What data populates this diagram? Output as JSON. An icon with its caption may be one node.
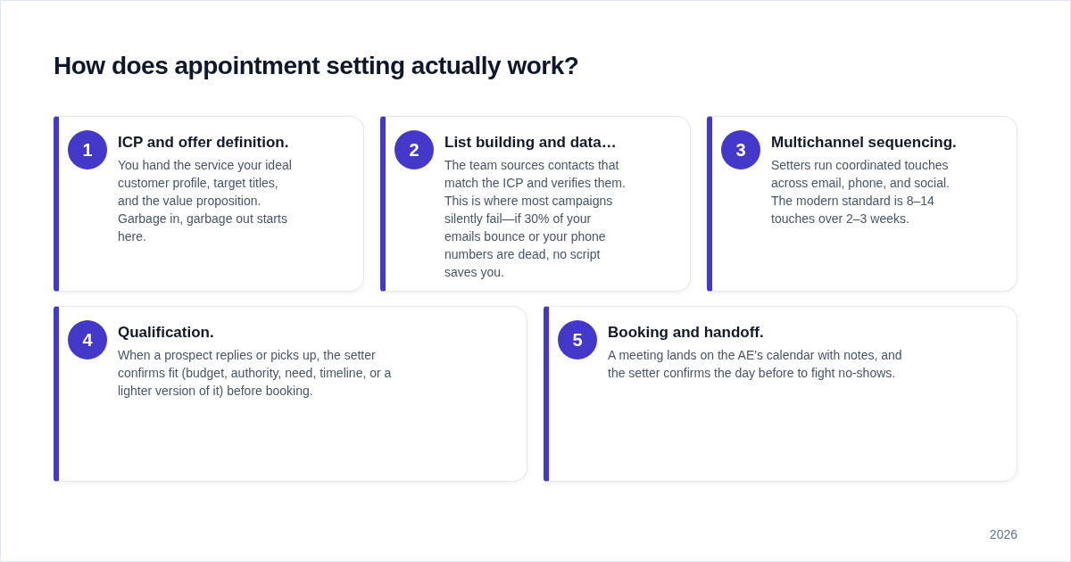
{
  "diagram": {
    "title": "How does appointment setting actually work?",
    "nodes": [
      {
        "text": [
          "ICP and offer definition.",
          "You hand the service your ideal customer profile, target titles, and the value proposition. Garbage in, garbage out starts here."
        ]
      },
      {
        "text": [
          "1"
        ],
        "in": 0
      },
      {
        "text": [
          "List building and data…",
          "The team sources contacts that match the ICP and verifies them. This is where most campaigns silently fail—if 30% of your emails bounce or your phone numbers are dead, no script saves you."
        ]
      },
      {
        "text": [
          "2"
        ],
        "in": 2
      },
      {
        "text": [
          "Multichannel sequencing.",
          "Setters run coordinated touches across email, phone, and social. The modern standard is 8–14 touches over 2–3 weeks."
        ]
      },
      {
        "text": [
          "3"
        ],
        "in": 4
      },
      {
        "text": [
          "Qualification.",
          "When a prospect replies or picks up, the setter confirms fit (budget, authority, need, timeline, or a lighter version of it) before booking."
        ]
      },
      {
        "text": [
          "4"
        ],
        "in": 6
      },
      {
        "text": [
          "Booking and handoff.",
          "A meeting lands on the AE's calendar with notes, and the setter confirms the day before to fight no-shows."
        ]
      },
      {
        "text": [
          "5"
        ],
        "in": 8
      }
    ],
    "labels": [
      "2026"
    ]
  }
}
